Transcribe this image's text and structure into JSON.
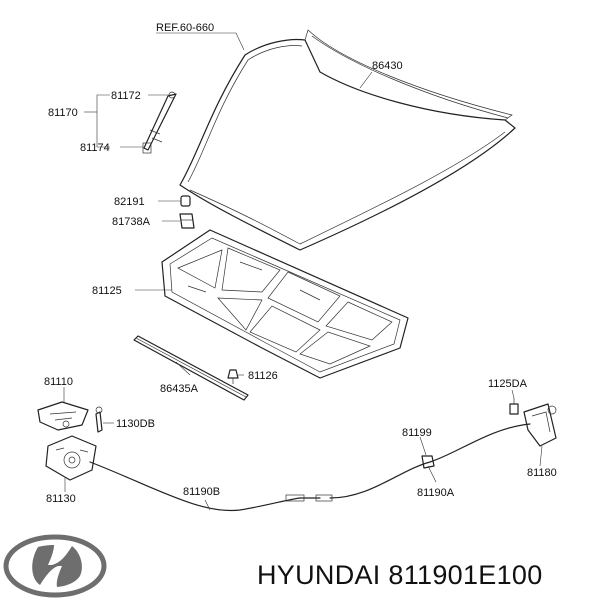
{
  "labels": {
    "ref": "REF.60-660",
    "p86430": "86430",
    "p81170": "81170",
    "p81172": "81172",
    "p81174": "81174",
    "p82191": "82191",
    "p81738a": "81738A",
    "p81125": "81125",
    "p86435a": "86435A",
    "p81126": "81126",
    "p81110": "81110",
    "p1130db": "1130DB",
    "p81130": "81130",
    "p81190b": "81190B",
    "p81199": "81199",
    "p81190a": "81190A",
    "p1125da": "1125DA",
    "p81180": "81180"
  },
  "footer": {
    "brand_text": "HYUNDAI 811901E100",
    "logo_icon": "hyundai-logo-icon"
  }
}
